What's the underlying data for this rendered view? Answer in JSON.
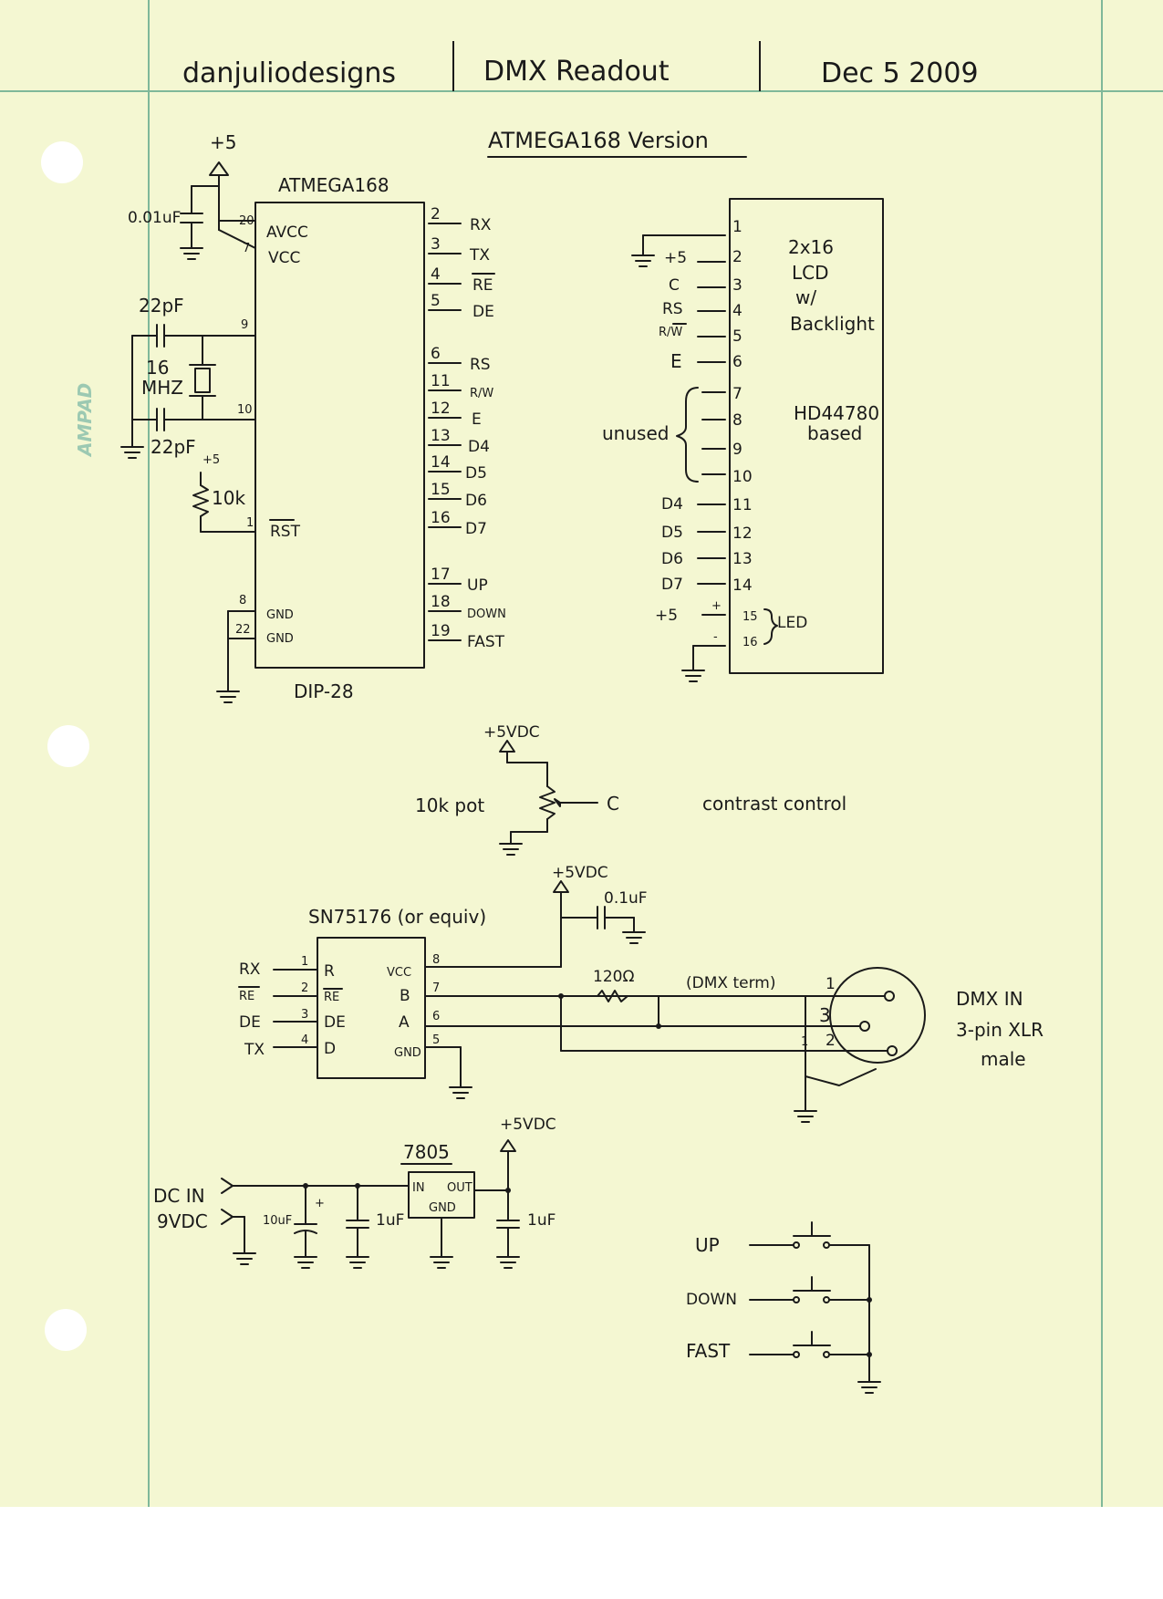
{
  "header": {
    "author": "danjuliodesigns",
    "title": "DMX Readout",
    "date": "Dec 5 2009",
    "subtitle": "ATMEGA168 Version"
  },
  "mcu": {
    "name": "ATMEGA168",
    "package": "DIP-28",
    "supply": "+5",
    "decoupling_cap": "0.01uF",
    "crystal": "16 MHZ",
    "crystal_line1": "16",
    "crystal_line2": "MHZ",
    "cap1": "22pF",
    "cap2": "22pF",
    "reset_supply": "+5",
    "reset_resistor": "10k",
    "left_pins": [
      {
        "num": "20",
        "name": "AVCC"
      },
      {
        "num": "7",
        "name": "VCC"
      },
      {
        "num": "9",
        "name": ""
      },
      {
        "num": "10",
        "name": ""
      },
      {
        "num": "1",
        "name": "RST"
      },
      {
        "num": "8",
        "name": "GND"
      },
      {
        "num": "22",
        "name": "GND"
      }
    ],
    "right_pins": [
      {
        "num": "2",
        "name": "RX"
      },
      {
        "num": "3",
        "name": "TX"
      },
      {
        "num": "4",
        "name": "RE"
      },
      {
        "num": "5",
        "name": "DE"
      },
      {
        "num": "6",
        "name": "RS"
      },
      {
        "num": "11",
        "name": "R/W"
      },
      {
        "num": "12",
        "name": "E"
      },
      {
        "num": "13",
        "name": "D4"
      },
      {
        "num": "14",
        "name": "D5"
      },
      {
        "num": "15",
        "name": "D6"
      },
      {
        "num": "16",
        "name": "D7"
      },
      {
        "num": "17",
        "name": "UP"
      },
      {
        "num": "18",
        "name": "DOWN"
      },
      {
        "num": "19",
        "name": "FAST"
      }
    ]
  },
  "lcd": {
    "line1": "2x16",
    "line2": "LCD",
    "line3": "w/",
    "line4": "Backlight",
    "controller1": "HD44780",
    "controller2": "based",
    "unused_label": "unused",
    "led_label": "LED",
    "pins": [
      {
        "num": "1",
        "label": ""
      },
      {
        "num": "2",
        "label": "+5"
      },
      {
        "num": "3",
        "label": "C"
      },
      {
        "num": "4",
        "label": "RS"
      },
      {
        "num": "5",
        "label": "R/W"
      },
      {
        "num": "6",
        "label": "E"
      },
      {
        "num": "7",
        "label": ""
      },
      {
        "num": "8",
        "label": ""
      },
      {
        "num": "9",
        "label": ""
      },
      {
        "num": "10",
        "label": ""
      },
      {
        "num": "11",
        "label": "D4"
      },
      {
        "num": "12",
        "label": "D5"
      },
      {
        "num": "13",
        "label": "D6"
      },
      {
        "num": "14",
        "label": "D7"
      },
      {
        "num": "15",
        "label": "+5"
      },
      {
        "num": "16",
        "label": ""
      }
    ],
    "led_plus": "+",
    "led_minus": "-"
  },
  "contrast": {
    "supply": "+5VDC",
    "pot": "10k pot",
    "wiper": "C",
    "caption": "contrast control"
  },
  "transceiver": {
    "name": "SN75176 (or equiv)",
    "supply": "+5VDC",
    "cap": "0.1uF",
    "resistor": "120Ω",
    "term_label": "(DMX term)",
    "left_pins": [
      {
        "net": "RX",
        "num": "1",
        "name": "R"
      },
      {
        "net": "RE",
        "num": "2",
        "name": "RE"
      },
      {
        "net": "DE",
        "num": "3",
        "name": "DE"
      },
      {
        "net": "TX",
        "num": "4",
        "name": "D"
      }
    ],
    "right_pins": [
      {
        "num": "8",
        "name": "VCC"
      },
      {
        "num": "7",
        "name": "B"
      },
      {
        "num": "6",
        "name": "A"
      },
      {
        "num": "5",
        "name": "GND"
      }
    ]
  },
  "xlr": {
    "pin1": "1",
    "pin2": "2",
    "pin3": "3",
    "line1": "DMX IN",
    "line2": "3-pin XLR",
    "line3": "male"
  },
  "power": {
    "input1": "DC IN",
    "input2": "9VDC",
    "in_cap": "10uF",
    "polarity": "+",
    "cap2": "1uF",
    "regulator": "7805",
    "reg_in": "IN",
    "reg_out": "OUT",
    "reg_gnd": "GND",
    "out_supply": "+5VDC",
    "out_cap": "1uF"
  },
  "switches": [
    {
      "label": "UP"
    },
    {
      "label": "DOWN"
    },
    {
      "label": "FAST"
    }
  ],
  "colors": {
    "paper": "#f4f7d2",
    "rule": "#7fb89a",
    "ink": "#1a1a1a",
    "watermark": "#9cc9b2"
  },
  "watermark": "AMPAD"
}
